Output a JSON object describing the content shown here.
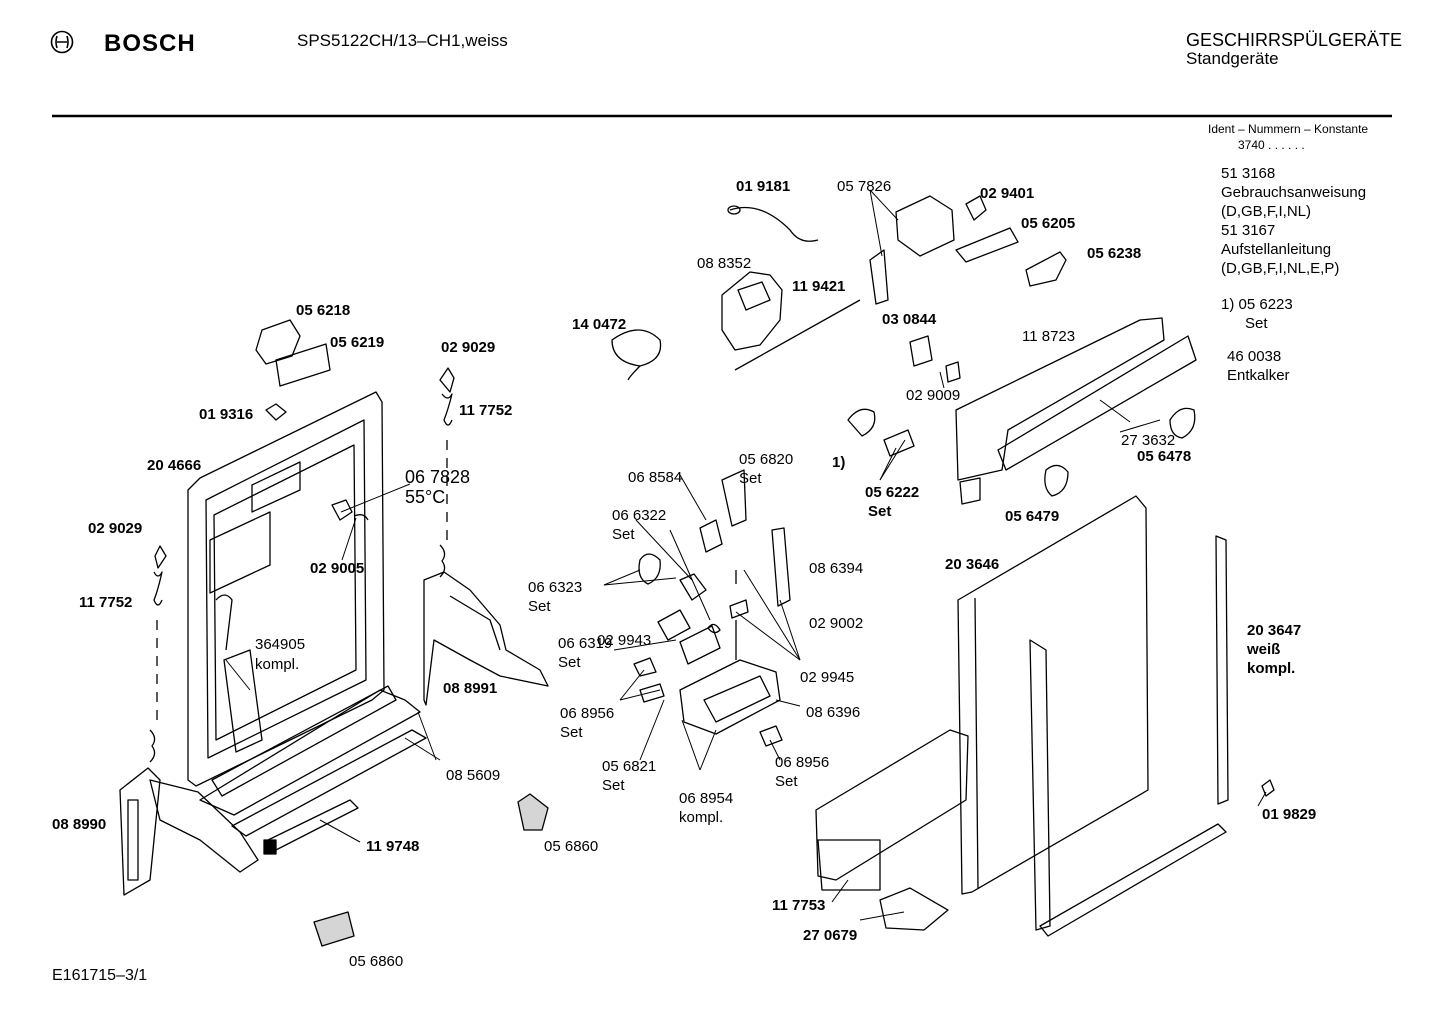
{
  "header": {
    "brand": "BOSCH",
    "model": "SPS5122CH/13–CH1,weiss",
    "category": "GESCHIRRSPÜLGERÄTE",
    "subcategory": "Standgeräte"
  },
  "ident": {
    "title": "Ident – Nummern – Konstante",
    "code": "3740 .  .  .  .  .  ."
  },
  "docs": {
    "manual_no": "51 3168",
    "manual_label": "Gebrauchsanweisung",
    "manual_langs": "(D,GB,F,I,NL)",
    "install_no": "51 3167",
    "install_label": "Aufstellanleitung",
    "install_langs": "(D,GB,F,I,NL,E,P)",
    "note_marker": "1)  05 6223",
    "note_set": "Set",
    "descaler_no": "46 0038",
    "descaler_label": "Entkalker"
  },
  "footer": {
    "drawing_id": "E161715–3/1"
  },
  "parts": {
    "p019181": "01 9181",
    "p057826": "05 7826",
    "p029401": "02 9401",
    "p056205": "05 6205",
    "p056238": "05 6238",
    "p088352": "08 8352",
    "p119421": "11 9421",
    "p140472": "14 0472",
    "p030844": "03 0844",
    "p118723": "11 8723",
    "p029009b": "02 9009",
    "p056218": "05 6218",
    "p056219": "05 6219",
    "p029029a": "02 9029",
    "p117752a": "11 7752",
    "p019316": "01 9316",
    "p204666": "20 4666",
    "p067828": "06 7828",
    "p067828temp": "55°C",
    "p029029b": "02 9029",
    "p029005": "02 9005",
    "p117752b": "11 7752",
    "p364905": "364905",
    "p364905k": "kompl.",
    "p088991": "08 8991",
    "p068584": "06 8584",
    "p056820": "05 6820",
    "p056820s": "Set",
    "p066322": "06 6322",
    "p066322s": "Set",
    "p066323": "06 6323",
    "p066323s": "Set",
    "p029943": "02 9943",
    "p066319": "06 6319",
    "p066319s": "Set",
    "p068956a": "06 8956",
    "p068956as": "Set",
    "p056821": "05 6821",
    "p056821s": "Set",
    "p068954": "06 8954",
    "p068954k": "kompl.",
    "p068956b": "06 8956",
    "p068956bs": "Set",
    "p086394": "08 6394",
    "p029002": "02 9002",
    "p029945": "02 9945",
    "p086396": "08 6396",
    "p085609": "08 5609",
    "p119748": "11 9748",
    "p088990": "08 8990",
    "p056860a": "05 6860",
    "p056860b": "05 6860",
    "note1": "1)",
    "p056222": "05 6222",
    "p056222s": "Set",
    "p273632": "27 3632",
    "p056478": "05 6478",
    "p056479": "05 6479",
    "p203646": "20 3646",
    "p203647": "20 3647",
    "p203647w": "weiß",
    "p203647k": "kompl.",
    "p019829": "01 9829",
    "p117753": "11 7753",
    "p270679": "27 0679"
  }
}
